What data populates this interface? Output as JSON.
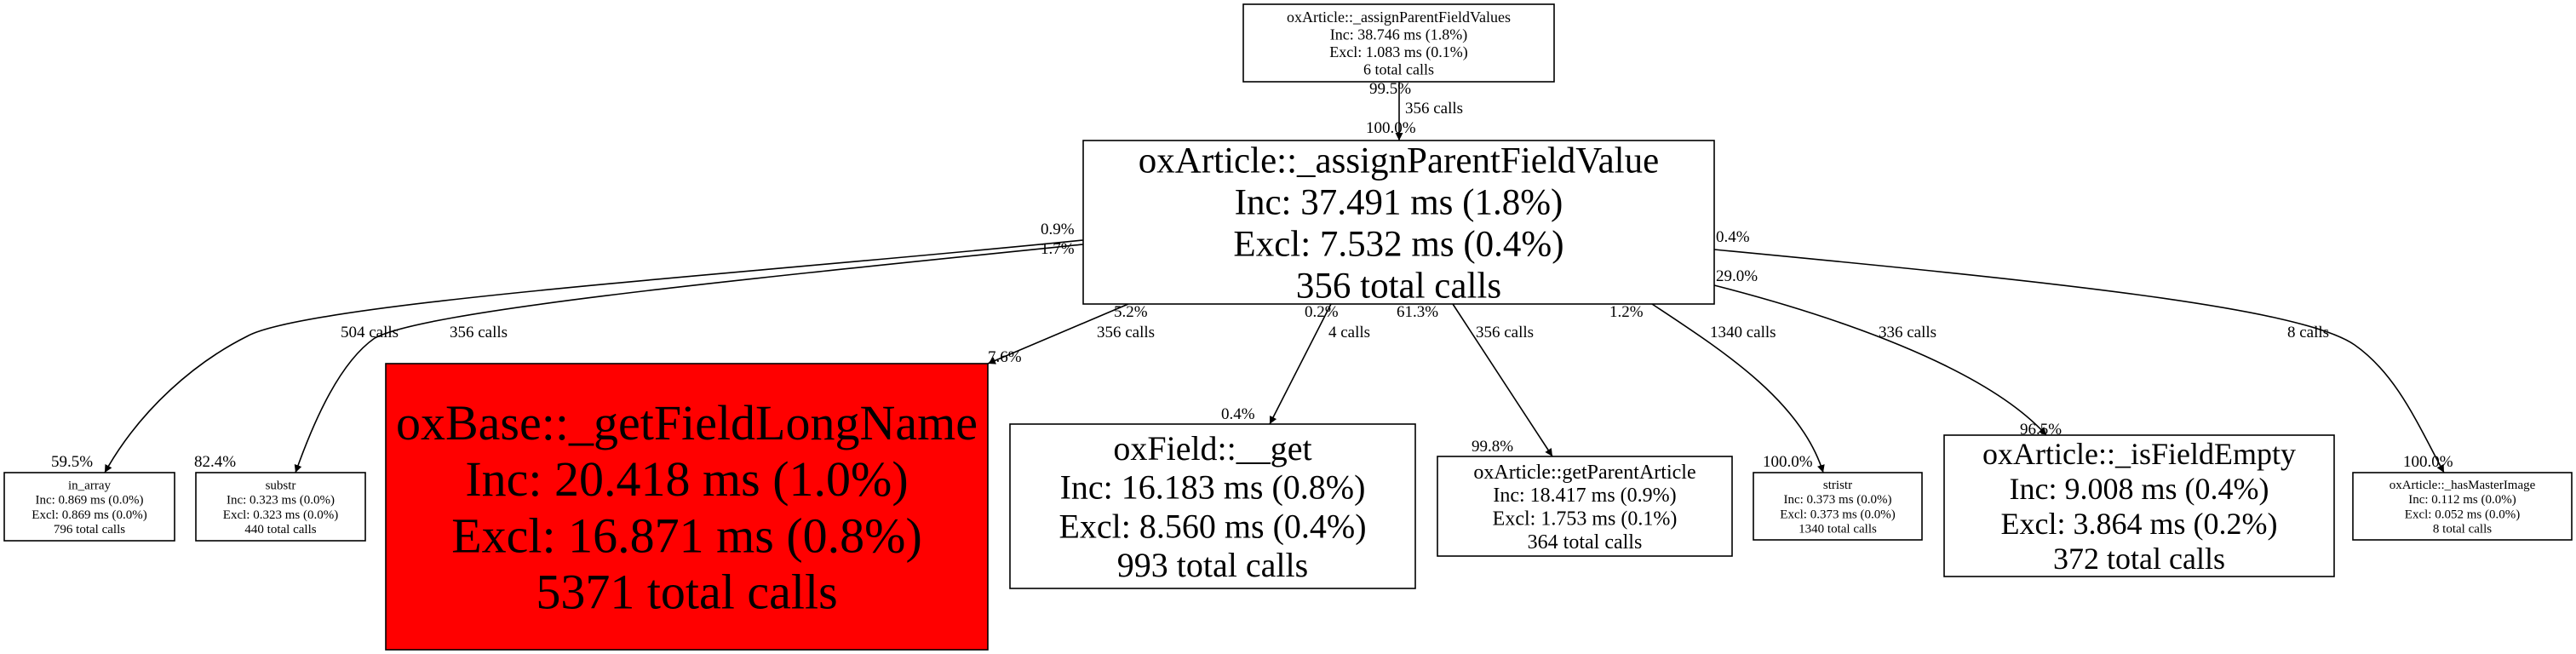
{
  "nodes": [
    {
      "id": "top",
      "name": "oxArticle::_assignParentFieldValues",
      "inc": "Inc: 38.746 ms (1.8%)",
      "excl": "Excl: 1.083 ms (0.1%)",
      "calls": "6 total calls",
      "fill": "#ffffff"
    },
    {
      "id": "main",
      "name": "oxArticle::_assignParentFieldValue",
      "inc": "Inc: 37.491 ms (1.8%)",
      "excl": "Excl: 7.532 ms (0.4%)",
      "calls": "356 total calls",
      "fill": "#ffffff"
    },
    {
      "id": "in_array",
      "name": "in_array",
      "inc": "Inc: 0.869 ms (0.0%)",
      "excl": "Excl: 0.869 ms (0.0%)",
      "calls": "796 total calls",
      "fill": "#ffffff"
    },
    {
      "id": "substr",
      "name": "substr",
      "inc": "Inc: 0.323 ms (0.0%)",
      "excl": "Excl: 0.323 ms (0.0%)",
      "calls": "440 total calls",
      "fill": "#ffffff"
    },
    {
      "id": "longname",
      "name": "oxBase::_getFieldLongName",
      "inc": "Inc: 20.418 ms (1.0%)",
      "excl": "Excl: 16.871 ms (0.8%)",
      "calls": "5371 total calls",
      "fill": "#ff0000"
    },
    {
      "id": "get",
      "name": "oxField::__get",
      "inc": "Inc: 16.183 ms (0.8%)",
      "excl": "Excl: 8.560 ms (0.4%)",
      "calls": "993 total calls",
      "fill": "#ffffff"
    },
    {
      "id": "parent",
      "name": "oxArticle::getParentArticle",
      "inc": "Inc: 18.417 ms (0.9%)",
      "excl": "Excl: 1.753 ms (0.1%)",
      "calls": "364 total calls",
      "fill": "#ffffff"
    },
    {
      "id": "stristr",
      "name": "stristr",
      "inc": "Inc: 0.373 ms (0.0%)",
      "excl": "Excl: 0.373 ms (0.0%)",
      "calls": "1340 total calls",
      "fill": "#ffffff"
    },
    {
      "id": "empty",
      "name": "oxArticle::_isFieldEmpty",
      "inc": "Inc: 9.008 ms (0.4%)",
      "excl": "Excl: 3.864 ms (0.2%)",
      "calls": "372 total calls",
      "fill": "#ffffff"
    },
    {
      "id": "master",
      "name": "oxArticle::_hasMasterImage",
      "inc": "Inc: 0.112 ms (0.0%)",
      "excl": "Excl: 0.052 ms (0.0%)",
      "calls": "8 total calls",
      "fill": "#ffffff"
    }
  ],
  "edges": [
    {
      "from": "top",
      "to": "main",
      "tail": "99.5%",
      "calls": "356 calls",
      "head": "100.0%"
    },
    {
      "from": "main",
      "to": "in_array",
      "tail": "0.9%",
      "calls": "504 calls",
      "head": "59.5%"
    },
    {
      "from": "main",
      "to": "substr",
      "tail": "1.7%",
      "calls": "356 calls",
      "head": "82.4%"
    },
    {
      "from": "main",
      "to": "longname",
      "tail": "5.2%",
      "calls": "356 calls",
      "head": "7.6%"
    },
    {
      "from": "main",
      "to": "get",
      "tail": "0.2%",
      "calls": "4 calls",
      "head": "0.4%"
    },
    {
      "from": "main",
      "to": "parent",
      "tail": "61.3%",
      "calls": "356 calls",
      "head": "99.8%"
    },
    {
      "from": "main",
      "to": "stristr",
      "tail": "1.2%",
      "calls": "1340 calls",
      "head": "100.0%"
    },
    {
      "from": "main",
      "to": "empty",
      "tail": "29.0%",
      "calls": "336 calls",
      "head": "96.5%"
    },
    {
      "from": "main",
      "to": "master",
      "tail": "0.4%",
      "calls": "8 calls",
      "head": "100.0%"
    }
  ]
}
